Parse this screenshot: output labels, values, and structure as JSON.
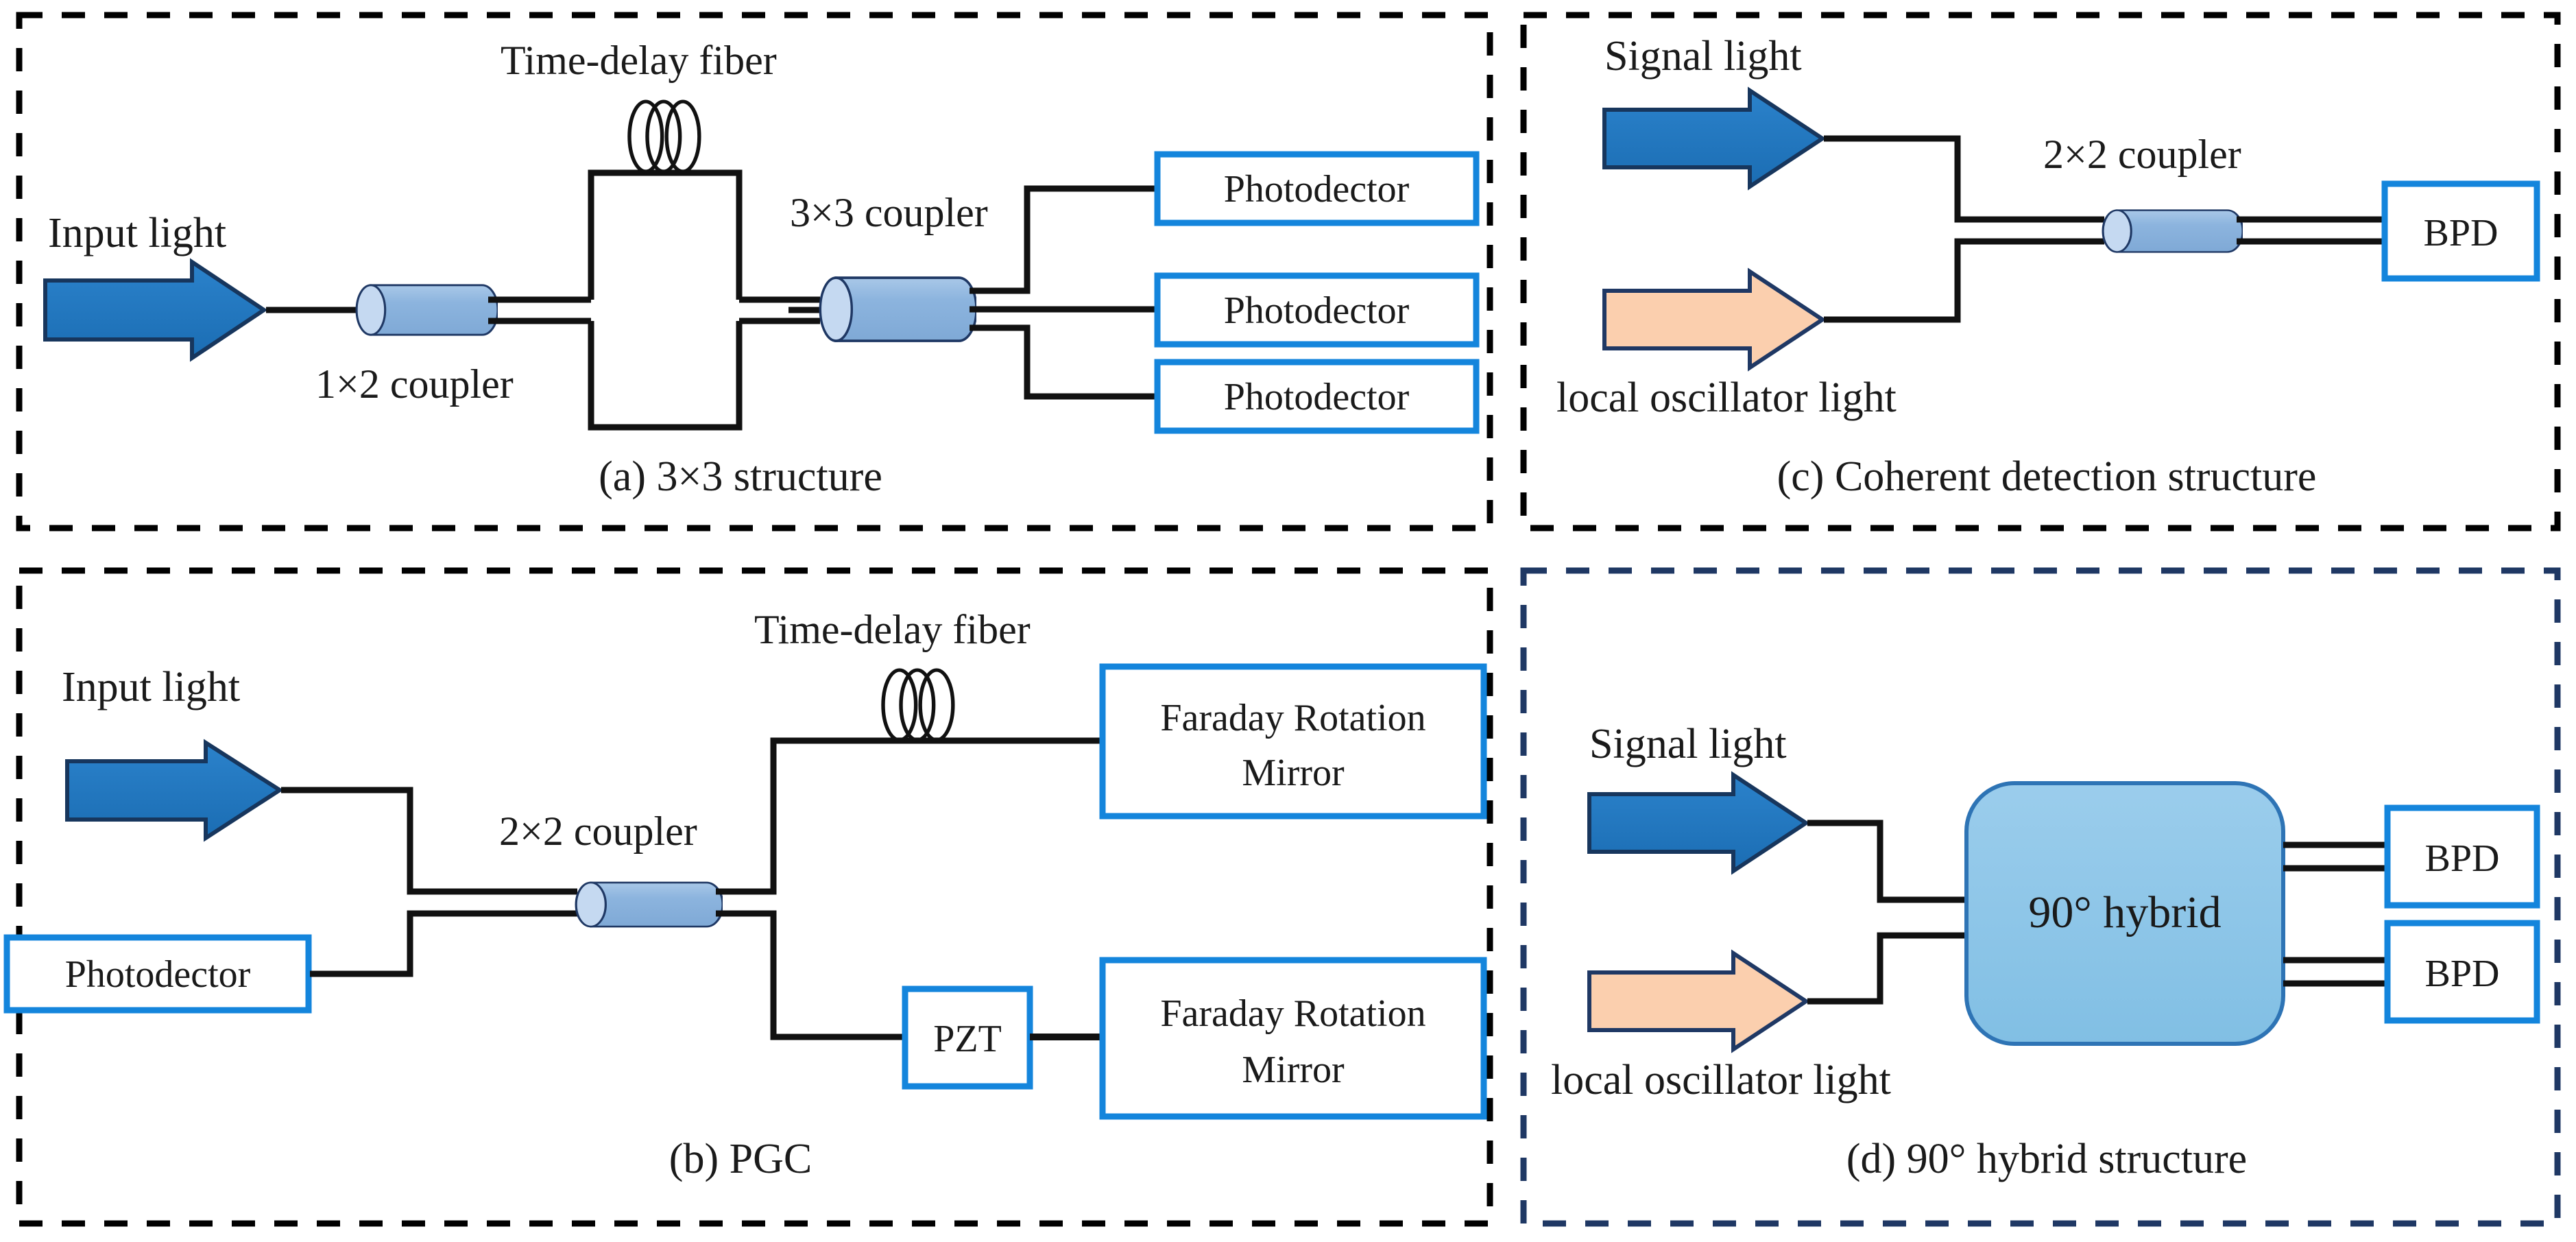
{
  "figure": {
    "kind": "four-panel optical interferometric demodulation schematic",
    "panels": [
      {
        "id": "a",
        "caption": "(a) 3×3 structure",
        "border_color": "#000000",
        "border_style": "dashed",
        "labels": {
          "input": "Input light",
          "coupler_in": "1×2 coupler",
          "time_delay": "Time-delay fiber",
          "coupler_out": "3×3 coupler"
        },
        "detectors": [
          "Photodector",
          "Photodector",
          "Photodector"
        ]
      },
      {
        "id": "b",
        "caption": "(b) PGC",
        "border_color": "#000000",
        "border_style": "dashed",
        "labels": {
          "input": "Input light",
          "coupler": "2×2 coupler",
          "time_delay": "Time-delay fiber",
          "pzt": "PZT",
          "photodetector": "Photodector"
        },
        "mirrors": [
          "Faraday Rotation Mirror",
          "Faraday Rotation Mirror"
        ]
      },
      {
        "id": "c",
        "caption": "(c) Coherent detection  structure",
        "border_color": "#000000",
        "border_style": "dashed",
        "labels": {
          "signal": "Signal light",
          "local_oscillator": "local oscillator light",
          "coupler": "2×2 coupler"
        },
        "detectors": [
          "BPD"
        ]
      },
      {
        "id": "d",
        "caption": "(d) 90° hybrid structure",
        "border_color": "#1F3864",
        "border_style": "dashed",
        "labels": {
          "signal": "Signal light",
          "local_oscillator": "local oscillator light",
          "hybrid": "90° hybrid"
        },
        "detectors": [
          "BPD",
          "BPD"
        ]
      }
    ],
    "colors": {
      "box_border_blue": "#1485DC",
      "box_fill": "#FFFFFF",
      "signal_arrow_fill": "#2076C4",
      "signal_arrow_stroke": "#17365D",
      "lo_arrow_fill": "#FBCFAE",
      "lo_arrow_stroke": "#1F3864",
      "coupler_body": "#8CB4DE",
      "coupler_cap": "#C5D9F1",
      "coupler_stroke": "#1F3864",
      "hybrid_fill": "#8FC6E8",
      "hybrid_stroke": "#2E74B5",
      "wire": "#111111",
      "panel_d_border": "#1F3864",
      "panel_border": "#000000"
    },
    "icon_names": {
      "signal_arrow": "block-arrow-right-icon",
      "lo_arrow": "block-arrow-right-icon",
      "coupler": "fiber-coupler-cylinder-icon",
      "fiber_coil": "fiber-coil-icon",
      "hybrid": "rounded-rect-hybrid-icon"
    }
  }
}
